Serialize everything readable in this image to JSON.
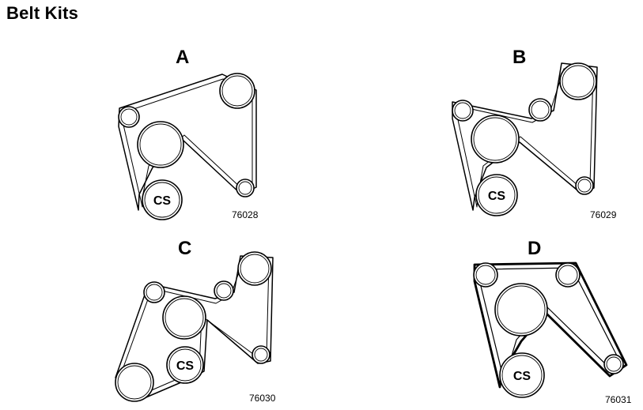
{
  "title": "Belt Kits",
  "diagrams": [
    {
      "letter": "A",
      "part_number": "76028",
      "cs_label": "CS"
    },
    {
      "letter": "B",
      "part_number": "76029",
      "cs_label": "CS"
    },
    {
      "letter": "C",
      "part_number": "76030",
      "cs_label": "CS"
    },
    {
      "letter": "D",
      "part_number": "76031",
      "cs_label": "CS"
    }
  ]
}
